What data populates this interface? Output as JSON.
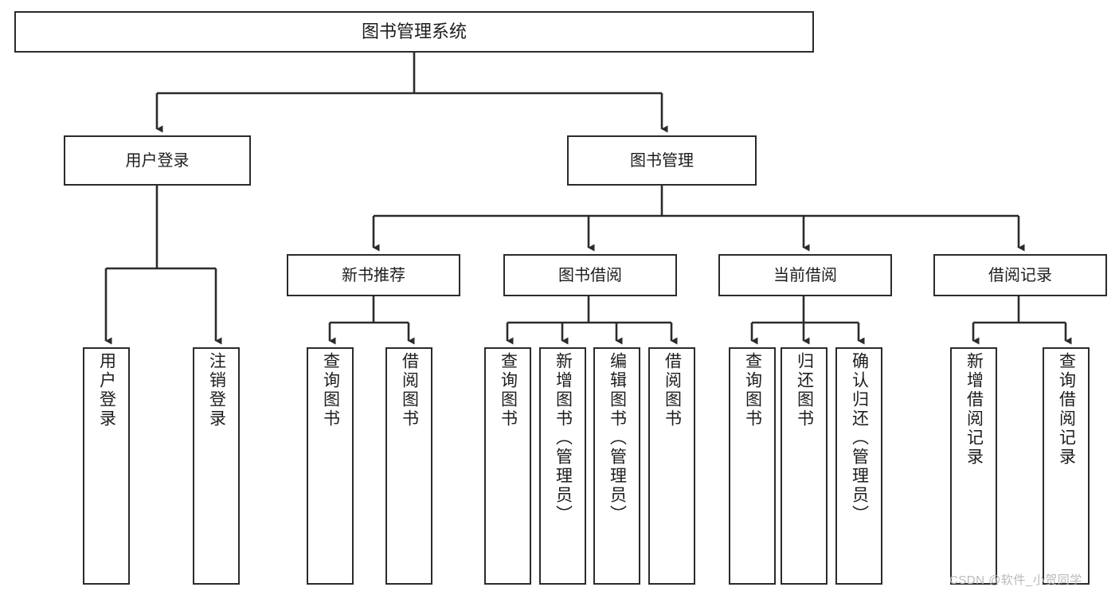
{
  "diagram": {
    "title": "图书管理系统",
    "type": "tree-hierarchy-chart",
    "orientation": "top-down",
    "colors": {
      "box_border": "#2b2b2b",
      "box_fill": "#ffffff",
      "connector": "#2b2b2b",
      "text": "#1d1d1d",
      "watermark": "#b9b9b9"
    }
  },
  "root": {
    "label": "图书管理系统"
  },
  "level1": [
    {
      "label": "用户登录"
    },
    {
      "label": "图书管理"
    }
  ],
  "level2": [
    {
      "label": "新书推荐"
    },
    {
      "label": "图书借阅"
    },
    {
      "label": "当前借阅"
    },
    {
      "label": "借阅记录"
    }
  ],
  "leaves": {
    "user_login": [
      {
        "label": "用户登录"
      },
      {
        "label": "注销登录"
      }
    ],
    "new_book_recommend": [
      {
        "label": "查询图书"
      },
      {
        "label": "借阅图书"
      }
    ],
    "book_borrow": [
      {
        "label": "查询图书"
      },
      {
        "label": "新增图书（管理员）"
      },
      {
        "label": "编辑图书（管理员）"
      },
      {
        "label": "借阅图书"
      }
    ],
    "current_borrow": [
      {
        "label": "查询图书"
      },
      {
        "label": "归还图书"
      },
      {
        "label": "确认归还（管理员）"
      }
    ],
    "borrow_record": [
      {
        "label": "新增借阅记录"
      },
      {
        "label": "查询借阅记录"
      }
    ]
  },
  "watermark": {
    "text": "CSDN @软件_小贺同学"
  }
}
